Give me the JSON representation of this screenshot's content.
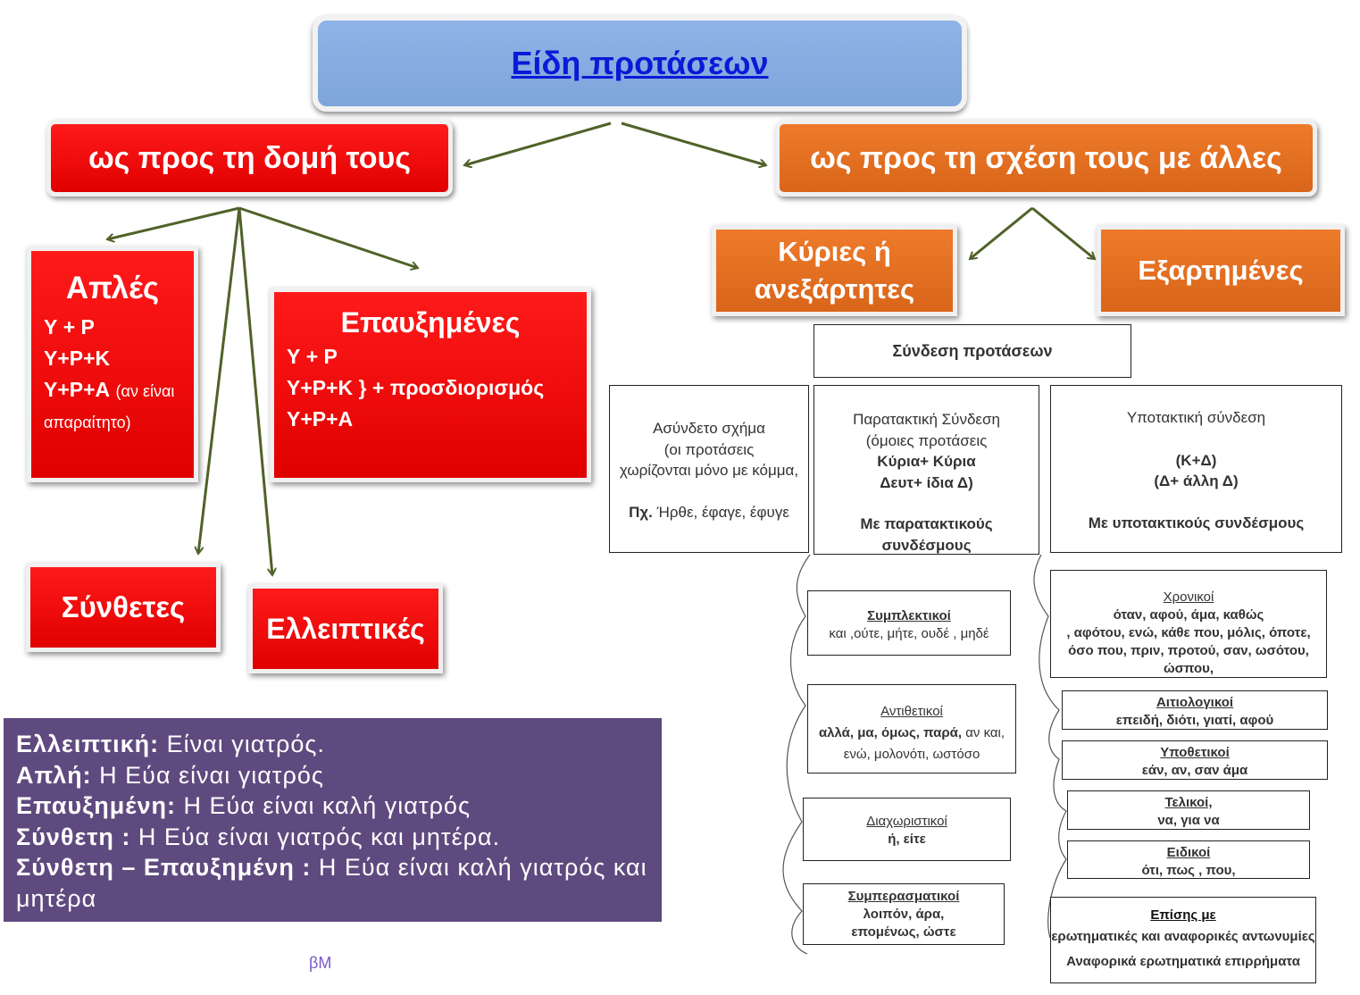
{
  "title": "Είδη προτάσεων",
  "structure": {
    "label": "ως προς τη δομή τους",
    "simple": {
      "title": "Απλές",
      "lines": [
        "Υ + Ρ",
        "Υ+Ρ+Κ",
        "Υ+Ρ+Α"
      ],
      "note": "(αν είναι απαραίτητο)"
    },
    "expanded": {
      "title": "Επαυξημένες",
      "lines": [
        "Υ + Ρ",
        "Υ+Ρ+Κ } +  προσδιορισμός",
        "Υ+Ρ+Α"
      ]
    },
    "compound": "Σύνθετες",
    "elliptical": "Ελλειπτικές"
  },
  "relation": {
    "label": "ως προς τη σχέση τους με άλλες",
    "main": [
      "Κύριες ή",
      "ανεξάρτητες"
    ],
    "dependent": "Εξαρτημένες"
  },
  "examples": [
    {
      "label": "Ελλειπτική:",
      "text": " Είναι γιατρός."
    },
    {
      "label": "Απλή:",
      "text": " Η Εύα είναι γιατρός"
    },
    {
      "label": "Επαυξημένη:",
      "text": " Η Εύα είναι καλή γιατρός"
    },
    {
      "label": "Σύνθετη :",
      "text": " Η Εύα είναι γιατρός και μητέρα."
    },
    {
      "label": "Σύνθετη – Επαυξημένη :",
      "text": " Η Εύα είναι καλή γιατρός και μητέρα"
    }
  ],
  "footer": "βΜ",
  "linking": {
    "title": "Σύνδεση προτάσεων",
    "asyndeton": {
      "title": "Ασύνδετο σχήμα",
      "line1": "(οι προτάσεις",
      "line2": "χωρίζονται μόνο με κόμμα,",
      "ex_label": "Πχ.",
      "ex_text": " Ήρθε, έφαγε, έφυγε"
    },
    "paratactic": {
      "title": "Παρατακτική Σύνδεση",
      "line1": "(όμοιες προτάσεις",
      "line2": "Κύρια+ Κύρια",
      "line3": "Δευτ+ ίδια Δ)",
      "line4": "Με παρατακτικούς συνδέσμους"
    },
    "hypotactic": {
      "title": "Υποτακτική σύνδεση",
      "line1": "(Κ+Δ)",
      "line2": "(Δ+ άλλη Δ)",
      "line3": "Με υποτακτικούς συνδέσμους"
    }
  },
  "paratactic_types": {
    "cumulative": {
      "title": "Συμπλεκτικοί",
      "words": "και ,ούτε, μήτε, ουδέ , μηδέ"
    },
    "adversative": {
      "title": "Αντιθετικοί",
      "words_bold": "αλλά, μα, όμως, παρά,",
      "words_rest": " αν και,",
      "line2": "ενώ, μολονότι, ωστόσο"
    },
    "disjunctive": {
      "title": "Διαχωριστικοί",
      "words": "ή,  είτε"
    },
    "conclusive": {
      "title": "Συμπερασματικοί",
      "line1": "λοιπόν, άρα,",
      "line2": "επομένως, ώστε"
    }
  },
  "hypotactic_types": {
    "temporal": {
      "title": "Χρονικοί",
      "line1": "όταν, αφού, άμα, καθώς",
      "line2": ", αφότου, ενώ, κάθε που, μόλις, όποτε,",
      "line3": "όσο που, πριν, προτού, σαν, ωσότου, ώσπου,"
    },
    "causal": {
      "title": "Αιτιολογικοί",
      "words": "επειδή, διότι, γιατί, αφού"
    },
    "conditional": {
      "title": "Υποθετικοί",
      "words": "εάν, αν, σαν άμα"
    },
    "final": {
      "title": "Τελικοί,",
      "words": "να, για να"
    },
    "special": {
      "title": "Ειδικοί",
      "words": "ότι, πως , που,"
    },
    "also": {
      "title": "Επίσης με",
      "line1": "ερωτηματικές και αναφορικές αντωνυμίες",
      "line2": "Αναφορικά ερωτηματικά επιρρήματα"
    }
  },
  "colors": {
    "title_bg": "#8fb3e6",
    "red": "#ff0000",
    "orange": "#e36c1a",
    "purple": "#5f4a7f",
    "arrow": "#4f6228",
    "title_text": "#0a1ad6"
  }
}
